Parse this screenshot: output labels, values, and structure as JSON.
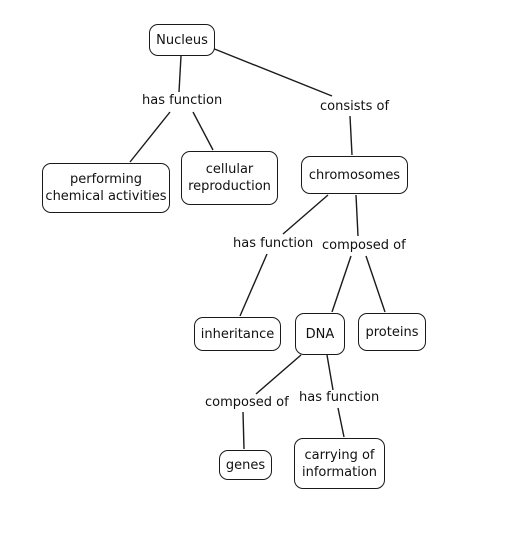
{
  "nodes": {
    "nucleus": "Nucleus",
    "performing_chemical_activities": "performing\nchemical activities",
    "cellular_reproduction": "cellular\nreproduction",
    "chromosomes": "chromosomes",
    "inheritance": "inheritance",
    "dna": "DNA",
    "proteins": "proteins",
    "genes": "genes",
    "carrying_of_information": "carrying of\ninformation"
  },
  "links": {
    "nucleus_has_function": "has function",
    "nucleus_consists_of": "consists of",
    "chromosomes_has_function": "has function",
    "chromosomes_composed_of": "composed of",
    "dna_composed_of": "composed of",
    "dna_has_function": "has function"
  },
  "colors": {
    "line": "#1a1a1a",
    "background": "#ffffff"
  }
}
